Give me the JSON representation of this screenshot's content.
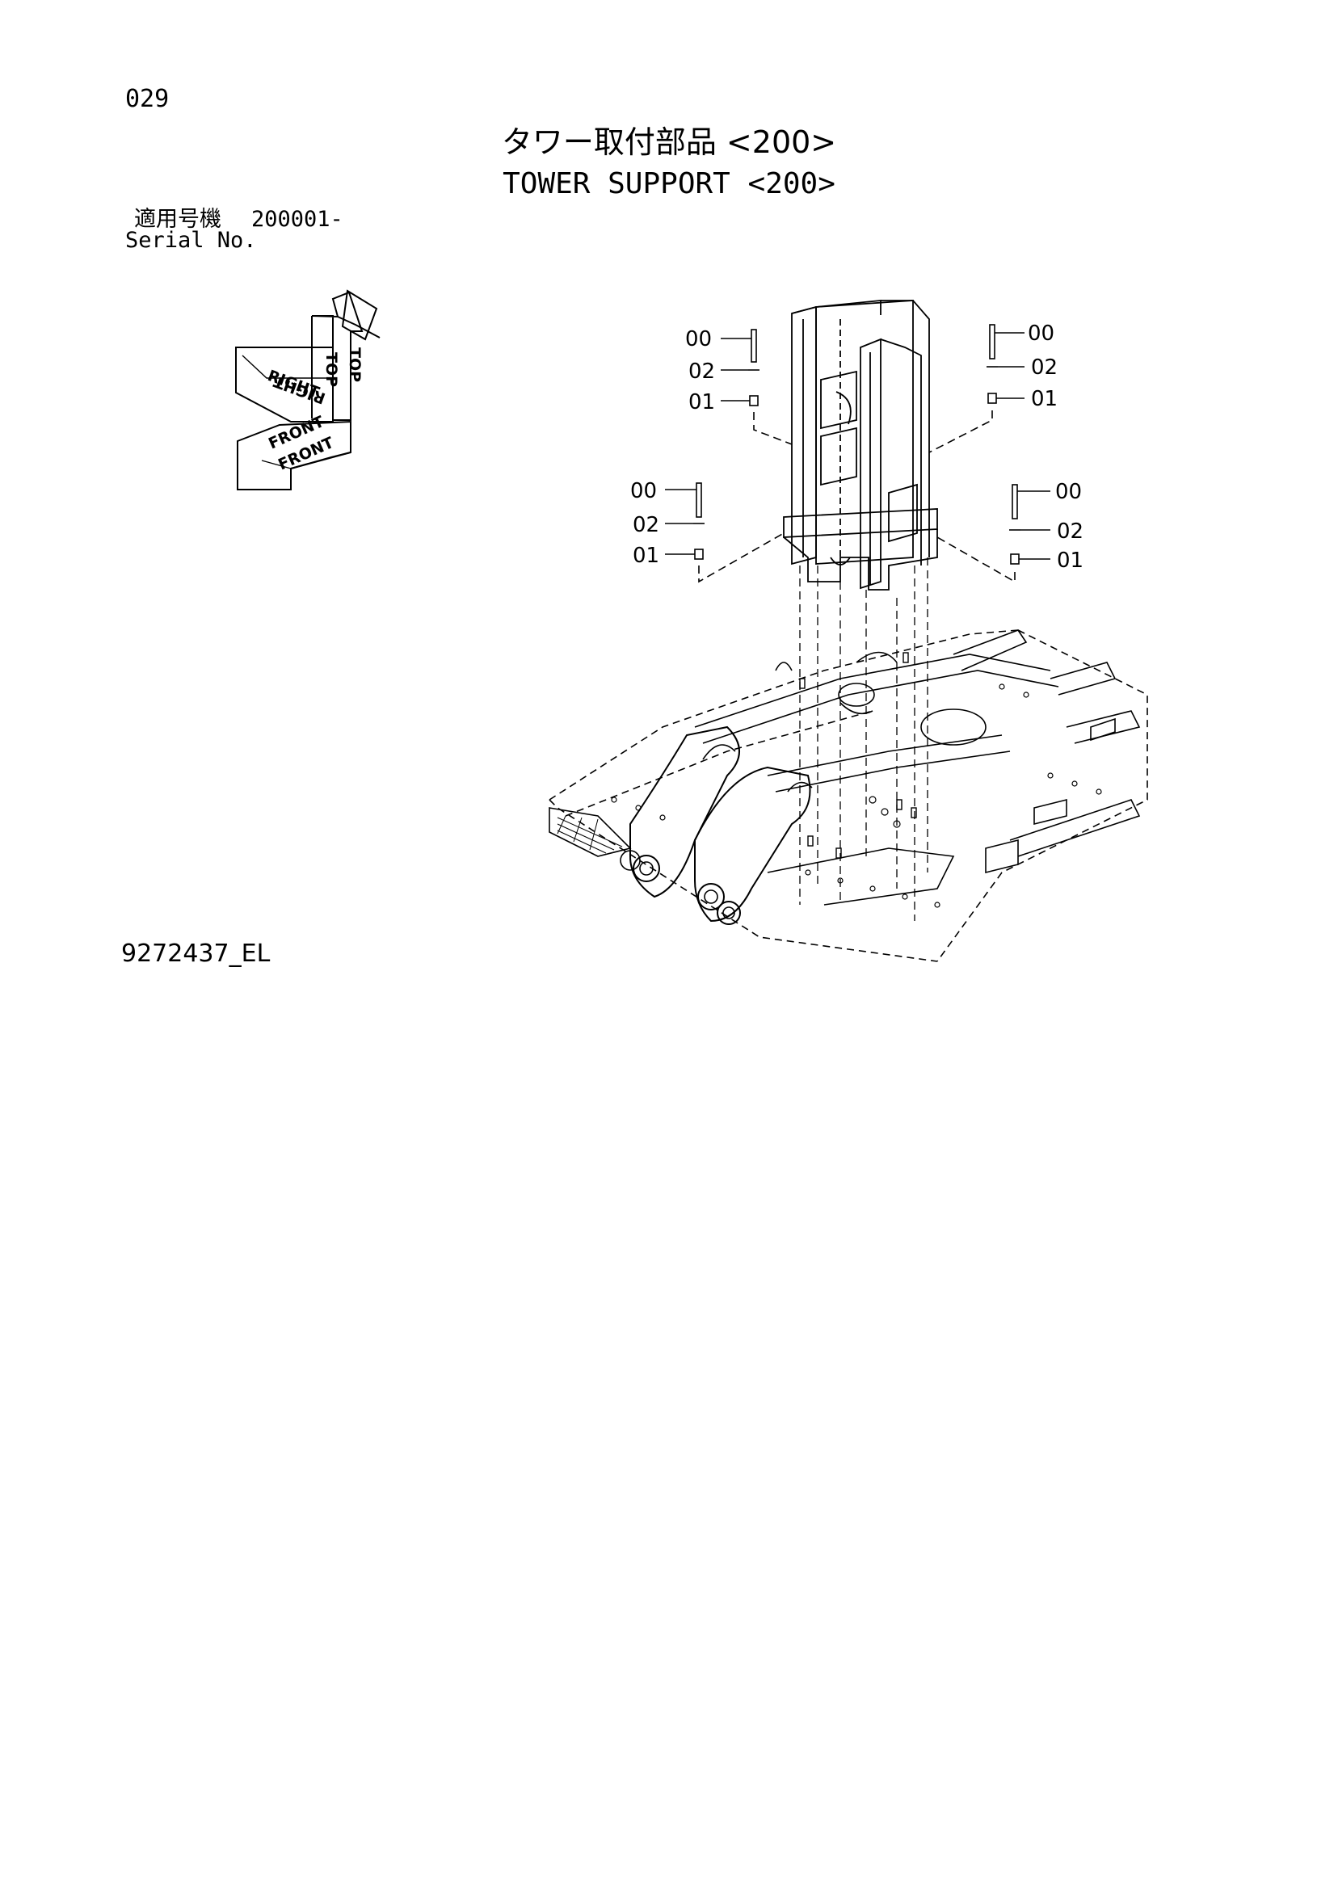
{
  "header": {
    "page_number": "029",
    "title_japanese": "タワー取付部品 <200>",
    "title_english": "TOWER SUPPORT <200>"
  },
  "serial": {
    "label_japanese": "適用号機",
    "range": "200001-",
    "label_english": "Serial No."
  },
  "orientation_cube": {
    "labels": [
      "TOP",
      "TOP",
      "RIGHT",
      "RIGHT",
      "FRONT",
      "FRONT"
    ]
  },
  "callouts": {
    "upper_left": [
      "00",
      "02",
      "01"
    ],
    "upper_right": [
      "00",
      "02",
      "01"
    ],
    "lower_left": [
      "00",
      "02",
      "01"
    ],
    "lower_right": [
      "00",
      "02",
      "01"
    ]
  },
  "footer": {
    "document_code": "9272437_EL"
  }
}
